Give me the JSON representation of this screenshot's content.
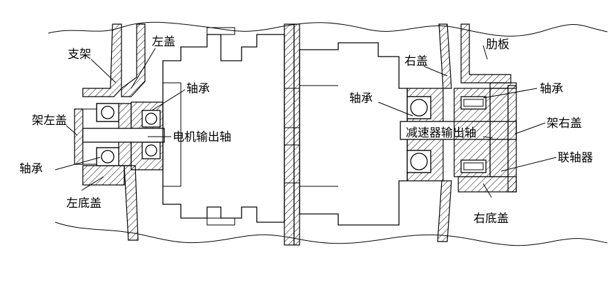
{
  "labels": {
    "bracket": "支架",
    "left_cover": "左盖",
    "bracket_left_cover": "架左盖",
    "bearing_left_top": "轴承",
    "motor_output_shaft": "电机输出轴",
    "bearing_left_bottom": "轴承",
    "left_base_cover": "左底盖",
    "right_cover": "右盖",
    "rib_plate": "肋板",
    "bearing_mid": "轴承",
    "bearing_right": "轴承",
    "reducer_output_shaft": "减速器输出轴",
    "bracket_right_cover": "架右盖",
    "coupling": "联轴器",
    "right_base_cover": "右底盖"
  }
}
